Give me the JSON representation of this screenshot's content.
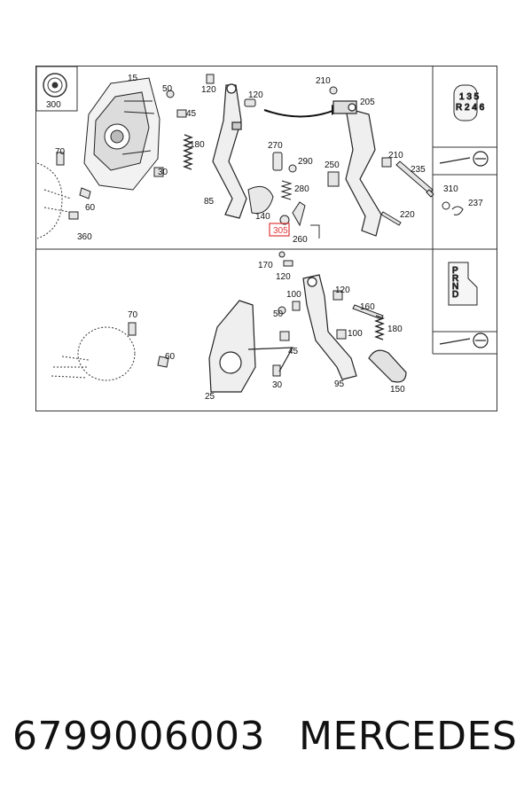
{
  "diagram": {
    "top_panel": {
      "callouts": {
        "c300": "300",
        "c15": "15",
        "c50": "50",
        "c45": "45",
        "c120a": "120",
        "c120b": "120",
        "c180": "180",
        "c70": "70",
        "c30": "30",
        "c60": "60",
        "c360": "360",
        "c85": "85",
        "c140": "140",
        "c270": "270",
        "c290": "290",
        "c280": "280",
        "c305": "305",
        "c260": "260",
        "c210a": "210",
        "c205": "205",
        "c250": "250",
        "c210b": "210",
        "c235": "235",
        "c310": "310",
        "c237": "237",
        "c220": "220"
      },
      "highlighted_callout": "305",
      "highlight_color": "#e03a3a",
      "inset_manual_shift_pattern": {
        "row1": "1 3 5",
        "row2": "R 2 4 6"
      }
    },
    "bottom_panel": {
      "callouts": {
        "c170": "170",
        "c120a": "120",
        "c100a": "100",
        "c120b": "120",
        "c160": "160",
        "c50": "50",
        "c70": "70",
        "c60": "60",
        "c45": "45",
        "c100b": "100",
        "c180": "180",
        "c30": "30",
        "c25": "25",
        "c95": "95",
        "c150": "150"
      },
      "inset_auto_selector": {
        "p": "P",
        "r": "R",
        "n": "N",
        "d": "D"
      }
    }
  },
  "caption": {
    "part_number": "6799006003",
    "brand": "MERCEDES"
  }
}
